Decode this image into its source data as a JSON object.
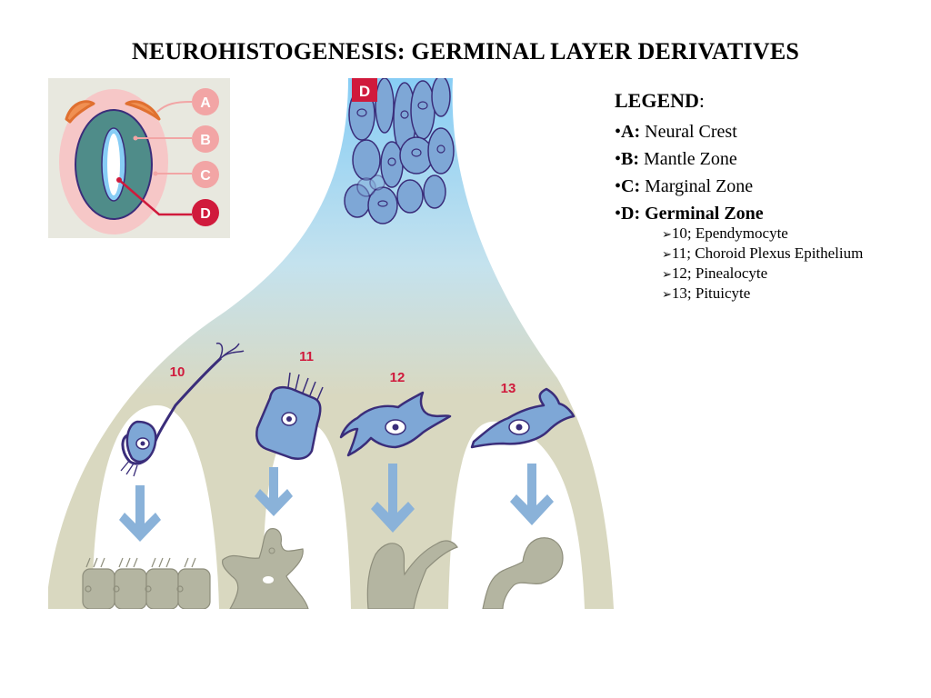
{
  "title": "NEUROHISTOGENESIS: GERMINAL LAYER DERIVATIVES",
  "figure": {
    "inset_labels": [
      "A",
      "B",
      "C",
      "D"
    ],
    "top_label": "D",
    "cell_numbers": [
      "10",
      "11",
      "12",
      "13"
    ],
    "colors": {
      "inset_bg": "#e8e8df",
      "label_circle": "#f2a5a5",
      "label_active": "#d01a3c",
      "tube_pink": "#f6c7c7",
      "tube_teal": "#4f8c89",
      "cell_blue": "#7ea7d6",
      "cell_outline": "#3a2d7a",
      "branch_fill": "#d9d8c0",
      "arrow_blue": "#8ab2d9",
      "tissue_gray": "#b4b5a1"
    }
  },
  "legend": {
    "title": "LEGEND",
    "title_suffix": ":",
    "bullet": "•",
    "items": [
      {
        "key": "A:",
        "text": " Neural Crest",
        "bold_all": false
      },
      {
        "key": "B:",
        "text": " Mantle Zone",
        "bold_all": false
      },
      {
        "key": "C:",
        "text": " Marginal Zone",
        "bold_all": false
      },
      {
        "key": "D:",
        "text": " Germinal Zone",
        "bold_all": true
      }
    ],
    "sub_marker": "➢",
    "sub_items": [
      "10; Ependymocyte",
      "11; Choroid Plexus Epithelium",
      "12; Pinealocyte",
      "13; Pituicyte"
    ]
  }
}
